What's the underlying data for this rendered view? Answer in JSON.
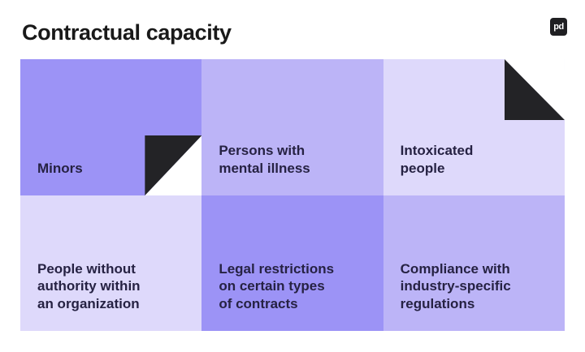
{
  "header": {
    "title": "Contractual capacity",
    "logo_text": "pd"
  },
  "colors": {
    "page_bg": "#ffffff",
    "title_text": "#191919",
    "cell_text": "#262243",
    "fold_black": "#232326",
    "logo_bg": "#1f1f22",
    "logo_text": "#ffffff",
    "purple_strong": "#9c93f6",
    "purple_mid": "#bcb4f7",
    "purple_light": "#ded9fb"
  },
  "grid": {
    "rows": 2,
    "cols": 3,
    "cells": [
      {
        "label": "Minors",
        "lines": [
          "Minors"
        ],
        "bg": "#9c93f6",
        "fold": "bottom-right"
      },
      {
        "label": "Persons with mental illness",
        "lines": [
          "Persons with",
          "mental illness"
        ],
        "bg": "#bcb4f7",
        "fold": "none"
      },
      {
        "label": "Intoxicated people",
        "lines": [
          "Intoxicated",
          "people"
        ],
        "bg": "#ded9fb",
        "fold": "top-right"
      },
      {
        "label": "People without authority within an organization",
        "lines": [
          "People without",
          "authority within",
          "an organization"
        ],
        "bg": "#ded9fb",
        "fold": "none"
      },
      {
        "label": "Legal restrictions on certain types of contracts",
        "lines": [
          "Legal restrictions",
          "on certain types",
          "of contracts"
        ],
        "bg": "#9c93f6",
        "fold": "none"
      },
      {
        "label": "Compliance with industry-specific regulations",
        "lines": [
          "Compliance with",
          "industry-specific",
          "regulations"
        ],
        "bg": "#bcb4f7",
        "fold": "none"
      }
    ]
  }
}
